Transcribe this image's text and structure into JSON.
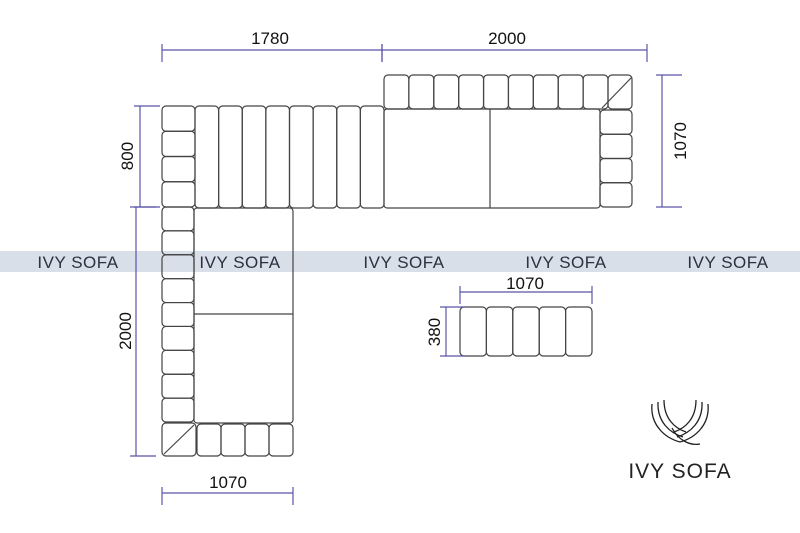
{
  "brand": "IVY SOFA",
  "watermark": {
    "text": "IVY SOFA",
    "repeat": 5
  },
  "dimensions": {
    "top_left_width": "1780",
    "top_right_width": "2000",
    "right_depth": "1070",
    "left_top_depth": "800",
    "left_length": "2000",
    "bottom_width": "1070",
    "ottoman_width": "1070",
    "ottoman_depth": "380"
  },
  "colors": {
    "dimension_line": "#5a55a8",
    "outline": "#444444",
    "band": "#d8dfe8"
  }
}
